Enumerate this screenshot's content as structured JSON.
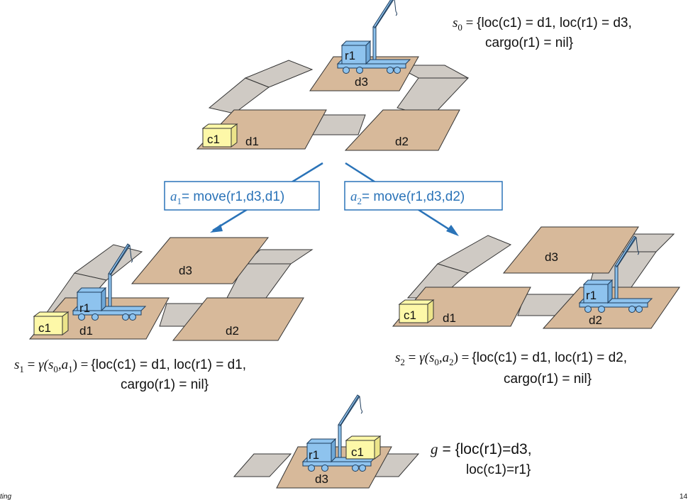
{
  "s0": {
    "prefix": "s",
    "sub": "0",
    "line1": "{loc(c1) = d1, loc(r1) = d3,",
    "line2": "cargo(r1) = nil}"
  },
  "s1": {
    "prefix": "s",
    "sub": "1",
    "gamma": "γ(s",
    "gsub": "0",
    "comma": ",a",
    "asub": "1",
    "close": ") =",
    "line1": "{loc(c1) = d1, loc(r1) = d1,",
    "line2": "cargo(r1) = nil}"
  },
  "s2": {
    "prefix": "s",
    "sub": "2",
    "gamma": "γ(s",
    "gsub": "0",
    "comma": ",a",
    "asub": "2",
    "close": ") =",
    "line1": "{loc(c1) = d1, loc(r1) = d2,",
    "line2": "cargo(r1) = nil}"
  },
  "a1": {
    "prefix": "a",
    "sub": "1",
    "text": "= move(r1,d3,d1)"
  },
  "a2": {
    "prefix": "a",
    "sub": "2",
    "text": "= move(r1,d3,d2)"
  },
  "goal": {
    "prefix": "g",
    "line1": "= {loc(r1)=d3,",
    "line2": "loc(c1)=r1}"
  },
  "labels": {
    "d1": "d1",
    "d2": "d2",
    "d3": "d3",
    "r1": "r1",
    "c1": "c1"
  },
  "footer": {
    "left": "ting",
    "right": "14"
  },
  "colors": {
    "dock": "#d7b99a",
    "road": "#cfcac4",
    "robot": "#8ec3ee",
    "container": "#fdf8a8",
    "accent": "#2a73b8"
  }
}
